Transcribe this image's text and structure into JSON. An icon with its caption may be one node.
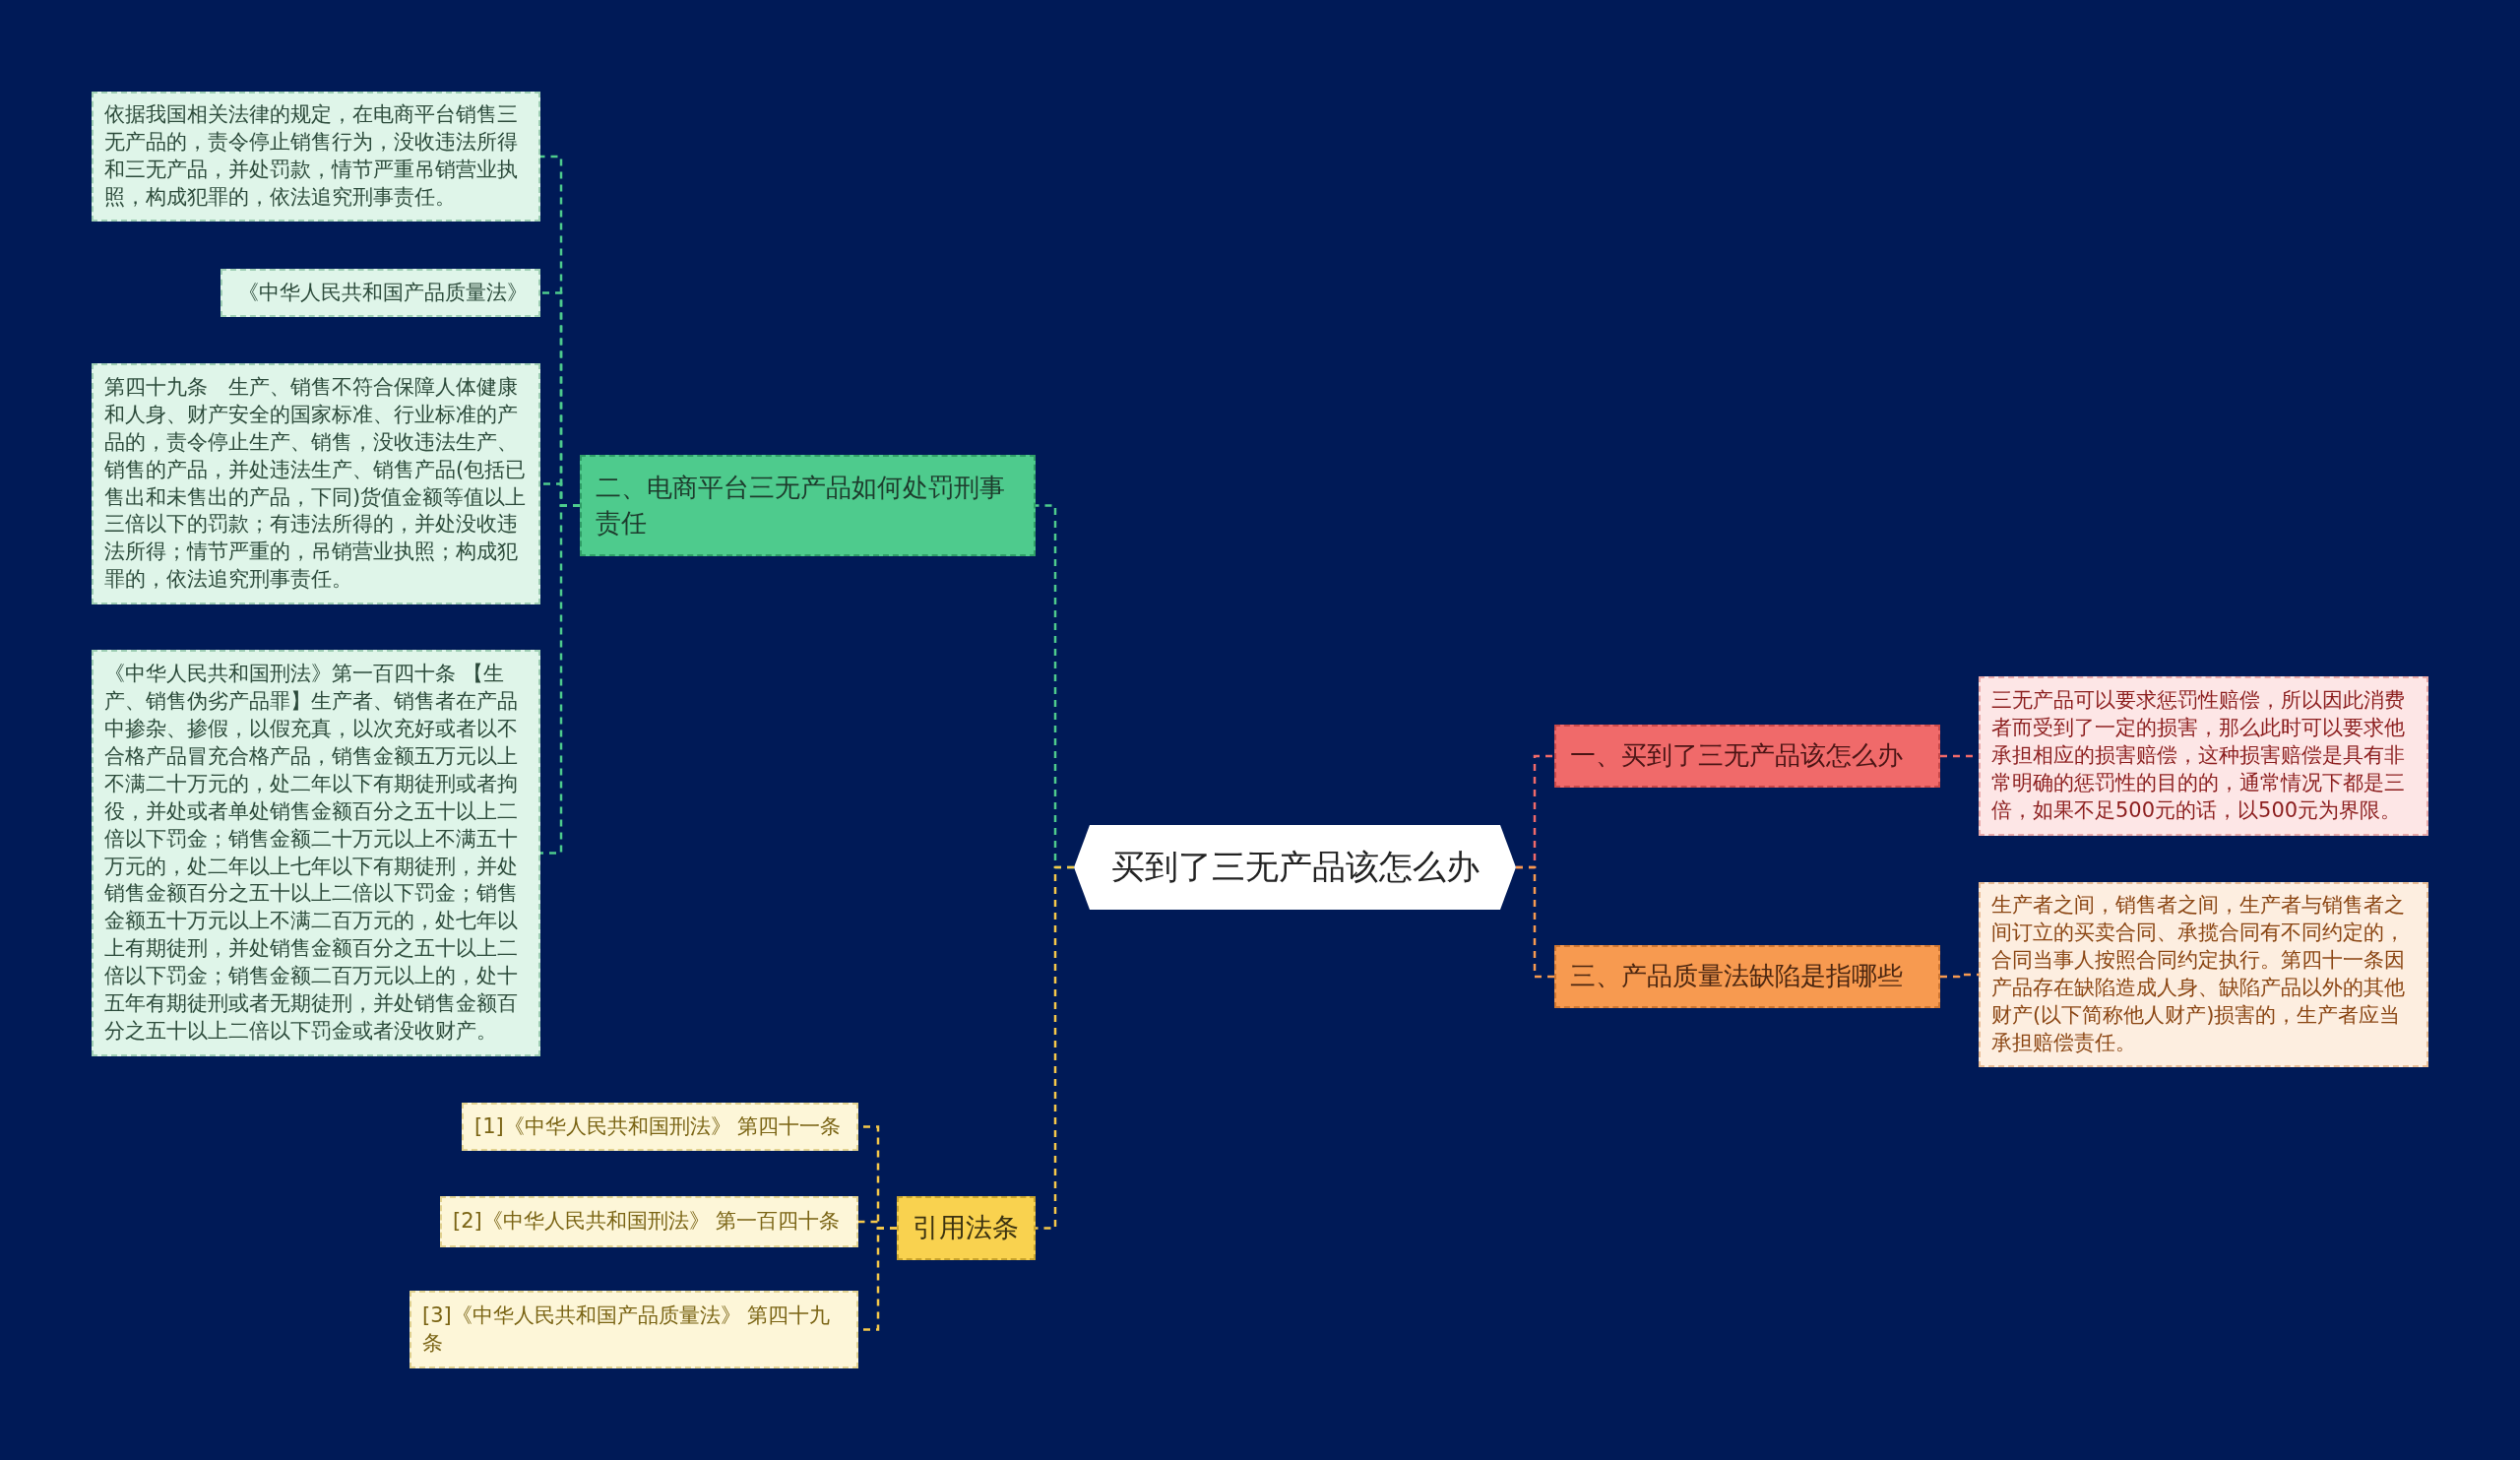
{
  "diagram": {
    "nodes": [
      {
        "text": [
          "买到了三无产品该怎么办"
        ]
      },
      {
        "text": [
          "二、电商平台三无产品如何处罚刑事责任"
        ]
      },
      {
        "text": [
          "依据我国相关法律的规定，在电商平台销售三无产品的，责令停止销售行为，没收违法所得和三无产品，并处罚款，情节严重吊销营业执照，构成犯罪的，依法追究刑事责任。"
        ]
      },
      {
        "text": [
          "《中华人民共和国产品质量法》"
        ]
      },
      {
        "text": [
          "第四十九条　生产、销售不符合保障人体健康和人身、财产安全的国家标准、行业标准的产品的，责令停止生产、销售，没收违法生产、销售的产品，并处违法生产、销售产品(包括已售出和未售出的产品，下同)货值金额等值以上三倍以下的罚款；有违法所得的，并处没收违法所得；情节严重的，吊销营业执照；构成犯罪的，依法追究刑事责任。"
        ]
      },
      {
        "text": [
          "《中华人民共和国刑法》第一百四十条 【生产、销售伪劣产品罪】生产者、销售者在产品中掺杂、掺假，以假充真，以次充好或者以不合格产品冒充合格产品，销售金额五万元以上不满二十万元的，处二年以下有期徒刑或者拘役，并处或者单处销售金额百分之五十以上二倍以下罚金；销售金额二十万元以上不满五十万元的，处二年以上七年以下有期徒刑，并处销售金额百分之五十以上二倍以下罚金；销售金额五十万元以上不满二百万元的，处七年以上有期徒刑，并处销售金额百分之五十以上二倍以下罚金；销售金额二百万元以上的，处十五年有期徒刑或者无期徒刑，并处销售金额百分之五十以上二倍以下罚金或者没收财产。"
        ]
      },
      {
        "text": [
          "一、买到了三无产品该怎么办"
        ]
      },
      {
        "text": [
          "三无产品可以要求惩罚性赔偿，所以因此消费者而受到了一定的损害，那么此时可以要求他承担相应的损害赔偿，这种损害赔偿是具有非常明确的惩罚性的目的的，通常情况下都是三倍，如果不足500元的话，以500元为界限。"
        ]
      },
      {
        "text": [
          "三、产品质量法缺陷是指哪些"
        ]
      },
      {
        "text": [
          "生产者之间，销售者之间，生产者与销售者之间订立的买卖合同、承揽合同有不同约定的，合同当事人按照合同约定执行。第四十一条因产品存在缺陷造成人身、缺陷产品以外的其他财产(以下简称他人财产)损害的，生产者应当承担赔偿责任。"
        ]
      },
      {
        "text": [
          "引用法条"
        ]
      },
      {
        "text": [
          "[1]《中华人民共和国刑法》 第四十一条"
        ]
      },
      {
        "text": [
          "[2]《中华人民共和国刑法》 第一百四十条"
        ]
      },
      {
        "text": [
          "[3]《中华人民共和国产品质量法》 第四十九条"
        ]
      }
    ],
    "edges": [
      {
        "from": 0,
        "to": 1,
        "arrow": "none"
      },
      {
        "from": 1,
        "to": 2,
        "arrow": "none"
      },
      {
        "from": 1,
        "to": 3,
        "arrow": "none"
      },
      {
        "from": 1,
        "to": 4,
        "arrow": "none"
      },
      {
        "from": 1,
        "to": 5,
        "arrow": "none"
      },
      {
        "from": 0,
        "to": 6,
        "arrow": "none",
        "color": "#f06a6a"
      },
      {
        "from": 6,
        "to": 7,
        "arrow": "none",
        "color": "#f06a6a"
      },
      {
        "from": 0,
        "to": 8,
        "arrow": "none",
        "color": "#f79a50"
      },
      {
        "from": 8,
        "to": 9,
        "arrow": "none",
        "color": "#f79a50"
      },
      {
        "from": 0,
        "to": 10,
        "arrow": "none",
        "color": "#f5c84a"
      },
      {
        "from": 10,
        "to": 11,
        "arrow": "none",
        "color": "#f5c84a"
      },
      {
        "from": 10,
        "to": 12,
        "arrow": "none",
        "color": "#f5c84a"
      },
      {
        "from": 10,
        "to": 13,
        "arrow": "none",
        "color": "#f5c84a"
      }
    ]
  }
}
